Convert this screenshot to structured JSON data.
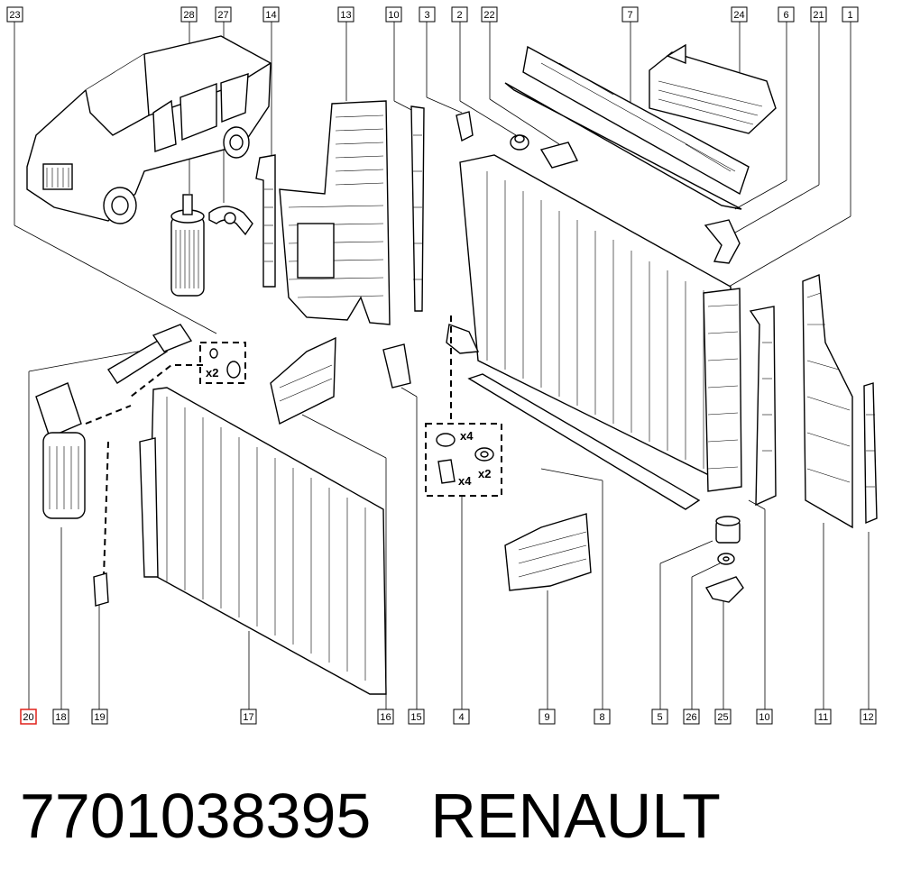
{
  "callouts_top": [
    "23",
    "28",
    "27",
    "14",
    "13",
    "10",
    "3",
    "2",
    "22",
    "7",
    "24",
    "6",
    "21",
    "1"
  ],
  "callouts_bottom": [
    "20",
    "18",
    "19",
    "17",
    "16",
    "15",
    "4",
    "9",
    "8",
    "5",
    "26",
    "25",
    "10",
    "11",
    "12"
  ],
  "highlighted_callout": "20",
  "quantities": [
    "x2",
    "x4",
    "x4",
    "x2"
  ],
  "footer": {
    "part_number": "7701038395",
    "brand": "RENAULT"
  }
}
